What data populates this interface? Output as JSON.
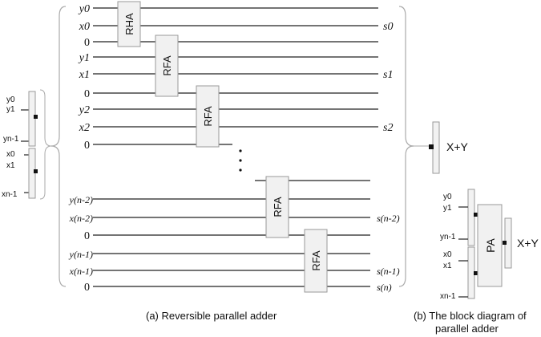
{
  "main_labels": {
    "in_rows": [
      "y0",
      "x0",
      "0",
      "y1",
      "x1",
      "0",
      "y2",
      "x2",
      "0",
      "y(n-2)",
      "x(n-2)",
      "0",
      "y(n-1)",
      "x(n-1)",
      "0"
    ],
    "sums": [
      "s0",
      "s1",
      "s2",
      "s(n-2)",
      "s(n-1)",
      "s(n)"
    ],
    "blocks": [
      "RHA",
      "RFA",
      "RFA",
      "RFA",
      "RFA"
    ]
  },
  "left_inputs": {
    "y": [
      "y0",
      "y1",
      "yn-1"
    ],
    "x": [
      "x0",
      "x1",
      "xn-1"
    ]
  },
  "output_label": "X+Y",
  "block_diagram": {
    "y": [
      "y0",
      "y1",
      "yn-1"
    ],
    "x": [
      "x0",
      "x1",
      "xn-1"
    ],
    "pa_label": "PA",
    "output_label": "X+Y"
  },
  "captions": {
    "a": "(a) Reversible parallel adder",
    "b_line1": "(b) The block diagram of",
    "b_line2": "parallel adder"
  }
}
